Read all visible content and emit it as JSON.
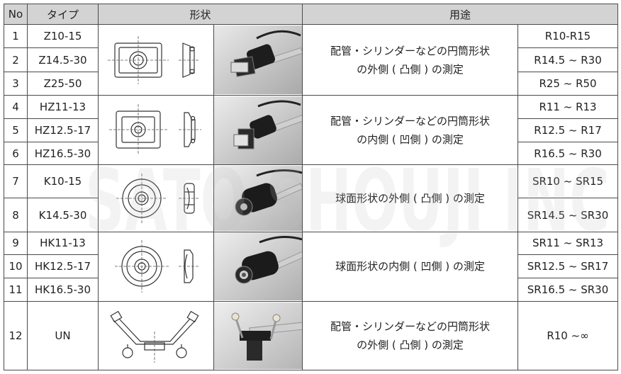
{
  "header": {
    "no": "No",
    "type": "タイプ",
    "shape": "形状",
    "usage": "用途"
  },
  "groups": [
    {
      "usage_line1": "配管・シリンダーなどの円筒形状",
      "usage_line2": "の外側 ( 凸側 ) の測定",
      "rows": [
        {
          "no": "1",
          "type": "Z10-15",
          "range": "R10-R15"
        },
        {
          "no": "2",
          "type": "Z14.5-30",
          "range": "R14.5 ~ R30"
        },
        {
          "no": "3",
          "type": "Z25-50",
          "range": "R25 ~ R50"
        }
      ]
    },
    {
      "usage_line1": "配管・シリンダーなどの円筒形状",
      "usage_line2": "の内側 ( 凹側 ) の測定",
      "rows": [
        {
          "no": "4",
          "type": "HZ11-13",
          "range": "R11 ~ R13"
        },
        {
          "no": "5",
          "type": "HZ12.5-17",
          "range": "R12.5 ~ R17"
        },
        {
          "no": "6",
          "type": "HZ16.5-30",
          "range": "R16.5 ~ R30"
        }
      ]
    },
    {
      "usage_line1": "球面形状の外側 ( 凸側 ) の測定",
      "rows": [
        {
          "no": "7",
          "type": "K10-15",
          "range": "SR10 ~ SR15"
        },
        {
          "no": "8",
          "type": "K14.5-30",
          "range": "SR14.5 ~ SR30"
        }
      ]
    },
    {
      "usage_line1": "球面形状の内側 ( 凹側 ) の測定",
      "rows": [
        {
          "no": "9",
          "type": "HK11-13",
          "range": "SR11 ~ SR13"
        },
        {
          "no": "10",
          "type": "HK12.5-17",
          "range": "SR12.5 ~ SR17"
        },
        {
          "no": "11",
          "type": "HK16.5-30",
          "range": "SR16.5 ~ SR30"
        }
      ]
    },
    {
      "usage_line1": "配管・シリンダーなどの円筒形状",
      "usage_line2": "の外側 ( 凸側 ) の測定",
      "rows": [
        {
          "no": "12",
          "type": "UN",
          "range": "R10 ~∞"
        }
      ]
    }
  ],
  "watermark": {
    "text": "SATO SHOUJI INC"
  },
  "colors": {
    "header_bg": "#d3d3d3",
    "border": "#4a4a4a",
    "watermark": "#ececec"
  }
}
